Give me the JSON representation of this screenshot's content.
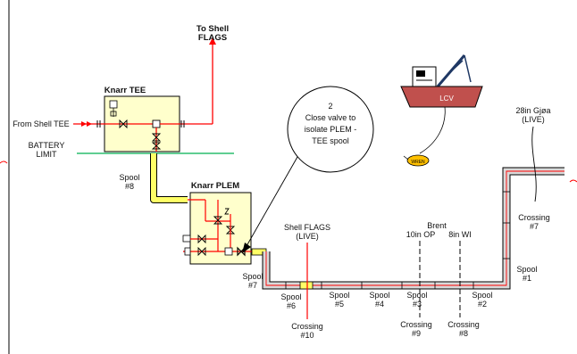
{
  "labels": {
    "to_shell_flags_1": "To Shell",
    "to_shell_flags_2": "FLAGS",
    "knarr_tee": "Knarr TEE",
    "from_shell_tee": "From Shell TEE",
    "battery_limit_1": "BATTERY",
    "battery_limit_2": "LIMIT",
    "knarr_plem": "Knarr PLEM",
    "lcv": "LCV",
    "wren": "WREN",
    "gjoa_1": "28in Gjøa",
    "gjoa_2": "(LIVE)",
    "shell_flags_live_1": "Shell FLAGS",
    "shell_flags_live_2": "(LIVE)",
    "brent": "Brent",
    "brent_10in": "10in OP",
    "brent_8in": "8in WI"
  },
  "callout": {
    "number": "2",
    "line1": "Close valve to",
    "line2": "isolate PLEM -",
    "line3": "TEE spool"
  },
  "spools": [
    {
      "key": "spool8",
      "l1": "Spool",
      "l2": "#8"
    },
    {
      "key": "spool7",
      "l1": "Spool",
      "l2": "#7"
    },
    {
      "key": "spool6",
      "l1": "Spool",
      "l2": "#6"
    },
    {
      "key": "spool5",
      "l1": "Spool",
      "l2": "#5"
    },
    {
      "key": "spool4",
      "l1": "Spool",
      "l2": "#4"
    },
    {
      "key": "spool3",
      "l1": "Spool",
      "l2": "#3"
    },
    {
      "key": "spool2",
      "l1": "Spool",
      "l2": "#2"
    },
    {
      "key": "spool1",
      "l1": "Spool",
      "l2": "#1"
    }
  ],
  "crossings": [
    {
      "key": "crossing10",
      "l1": "Crossing",
      "l2": "#10"
    },
    {
      "key": "crossing9",
      "l1": "Crossing",
      "l2": "#9"
    },
    {
      "key": "crossing8",
      "l1": "Crossing",
      "l2": "#8"
    },
    {
      "key": "crossing7",
      "l1": "Crossing",
      "l2": "#7"
    }
  ],
  "colors": {
    "flow_red": "#ff0000",
    "battery_green": "#00b050",
    "module_fill": "#ffffcc",
    "spool_yellow": "#ffff66",
    "pipe_grey": "#d9d9d9",
    "vessel_red": "#c0504d",
    "vessel_blue": "#1f3864"
  }
}
